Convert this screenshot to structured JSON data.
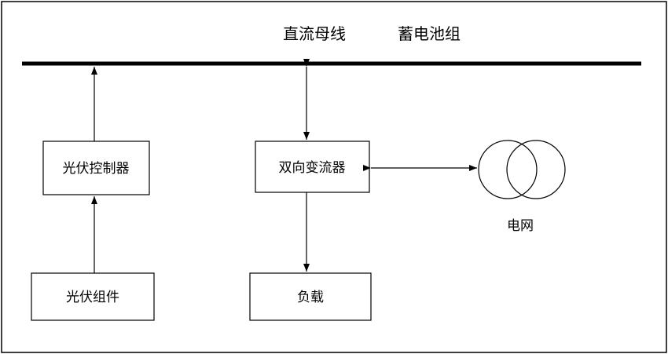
{
  "diagram": {
    "title_labels": {
      "dc_bus": "直流母线",
      "battery_pack": "蓄电池组"
    },
    "nodes": {
      "pv_controller": "光伏控制器",
      "pv_module": "光伏组件",
      "bidirectional_converter": "双向变流器",
      "load": "负载",
      "grid": "电网"
    },
    "connections": [
      {
        "from": "pv_module",
        "to": "pv_controller",
        "arrow": "up"
      },
      {
        "from": "pv_controller",
        "to": "dc_bus",
        "arrow": "up"
      },
      {
        "from": "dc_bus",
        "to": "bidirectional_converter",
        "arrow": "both"
      },
      {
        "from": "bidirectional_converter",
        "to": "load",
        "arrow": "down"
      },
      {
        "from": "bidirectional_converter",
        "to": "grid",
        "arrow": "both"
      }
    ],
    "colors": {
      "line": "#000000",
      "background": "#ffffff"
    }
  }
}
